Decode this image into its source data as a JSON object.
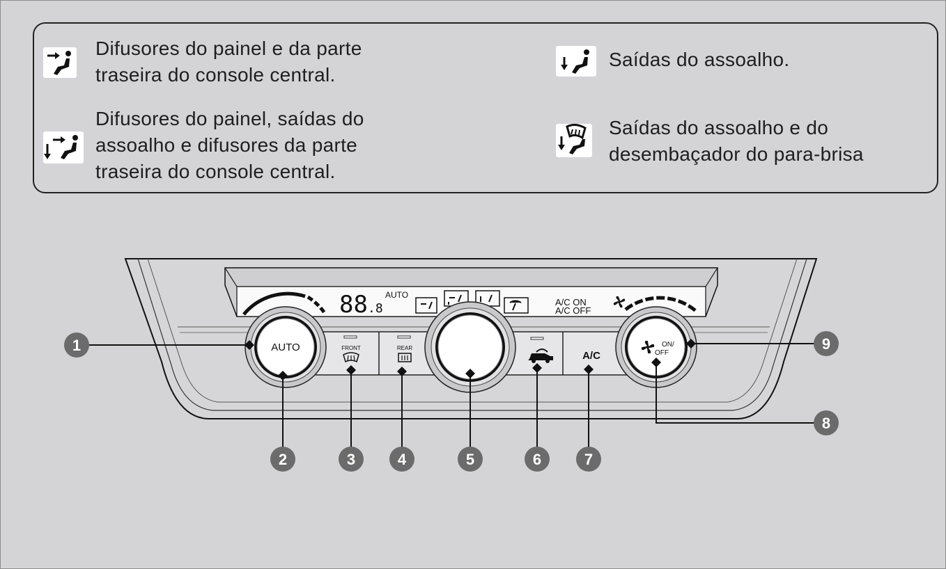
{
  "legend": {
    "items": [
      {
        "icon": "dashboard-vent-icon",
        "text": "Difusores do painel e da parte\ntraseira do console central."
      },
      {
        "icon": "dashboard-floor-vent-icon",
        "text": "Difusores do painel, saídas do\nassoalho e difusores da parte\ntraseira do console central."
      },
      {
        "icon": "floor-vent-icon",
        "text": "Saídas do assoalho."
      },
      {
        "icon": "floor-defroster-vent-icon",
        "text": "Saídas do assoalho e do\ndesembaçador do para-brisa"
      }
    ]
  },
  "panel": {
    "display": {
      "temperature": "88",
      "temperature_decimal": ".8",
      "auto_label": "AUTO",
      "ac_on_label": "A/C ON",
      "ac_off_label": "A/C OFF"
    },
    "buttons": {
      "auto": "AUTO",
      "front_defrost": "FRONT",
      "rear_defrost": "REAR",
      "ac": "A/C",
      "fan_on": "ON/",
      "fan_off": "OFF"
    }
  },
  "callouts": [
    "1",
    "2",
    "3",
    "4",
    "5",
    "6",
    "7",
    "8",
    "9"
  ],
  "colors": {
    "background": "#d4d4d6",
    "callout": "#6b6b6b",
    "line": "#111111"
  }
}
